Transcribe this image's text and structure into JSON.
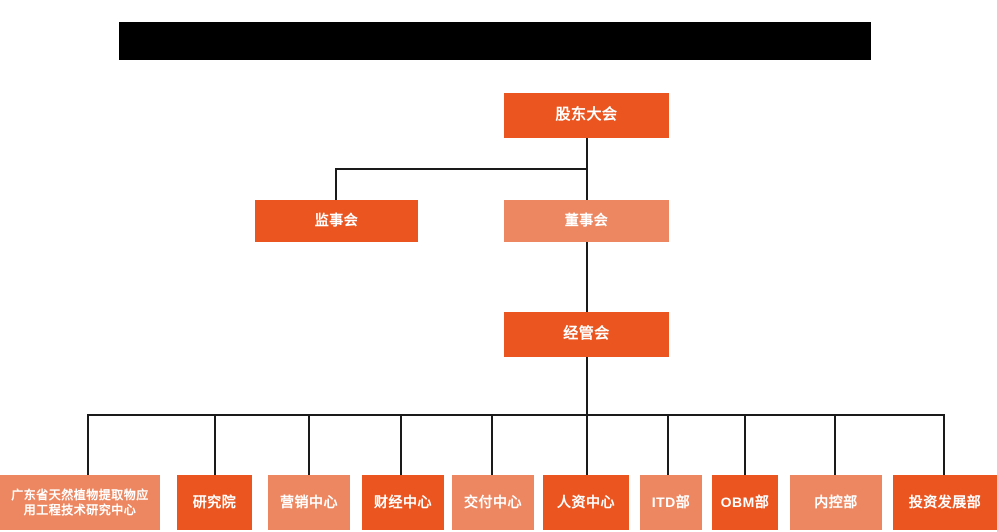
{
  "diagram": {
    "type": "org-chart",
    "title_bar": {
      "name": "redacted-title-bar",
      "text": "",
      "color": "#000000"
    },
    "colors": {
      "dark_orange": "#EA5520",
      "light_orange": "#ED8761",
      "line": "#1a1a1a",
      "text": "#ffffff",
      "background": "#ffffff"
    },
    "levels": [
      {
        "level": 1,
        "nodes": [
          {
            "id": "shareholders",
            "label": "股东大会",
            "tone": "dark"
          }
        ]
      },
      {
        "level": 2,
        "nodes": [
          {
            "id": "supervisors",
            "label": "监事会",
            "tone": "dark"
          },
          {
            "id": "directors",
            "label": "董事会",
            "tone": "light"
          }
        ]
      },
      {
        "level": 3,
        "nodes": [
          {
            "id": "management",
            "label": "经管会",
            "tone": "dark"
          }
        ]
      },
      {
        "level": 4,
        "nodes": [
          {
            "id": "gd-center",
            "label": "广东省天然植物提取物应\n用工程技术研究中心",
            "tone": "light"
          },
          {
            "id": "research-institute",
            "label": "研究院",
            "tone": "dark"
          },
          {
            "id": "marketing-center",
            "label": "营销中心",
            "tone": "light"
          },
          {
            "id": "finance-center",
            "label": "财经中心",
            "tone": "dark"
          },
          {
            "id": "delivery-center",
            "label": "交付中心",
            "tone": "light"
          },
          {
            "id": "hr-center",
            "label": "人资中心",
            "tone": "dark"
          },
          {
            "id": "itd-dept",
            "label": "ITD部",
            "tone": "light"
          },
          {
            "id": "obm-dept",
            "label": "OBM部",
            "tone": "dark"
          },
          {
            "id": "internal-control-dept",
            "label": "内控部",
            "tone": "light"
          },
          {
            "id": "investment-dev-dept",
            "label": "投资发展部",
            "tone": "dark"
          }
        ]
      }
    ]
  }
}
